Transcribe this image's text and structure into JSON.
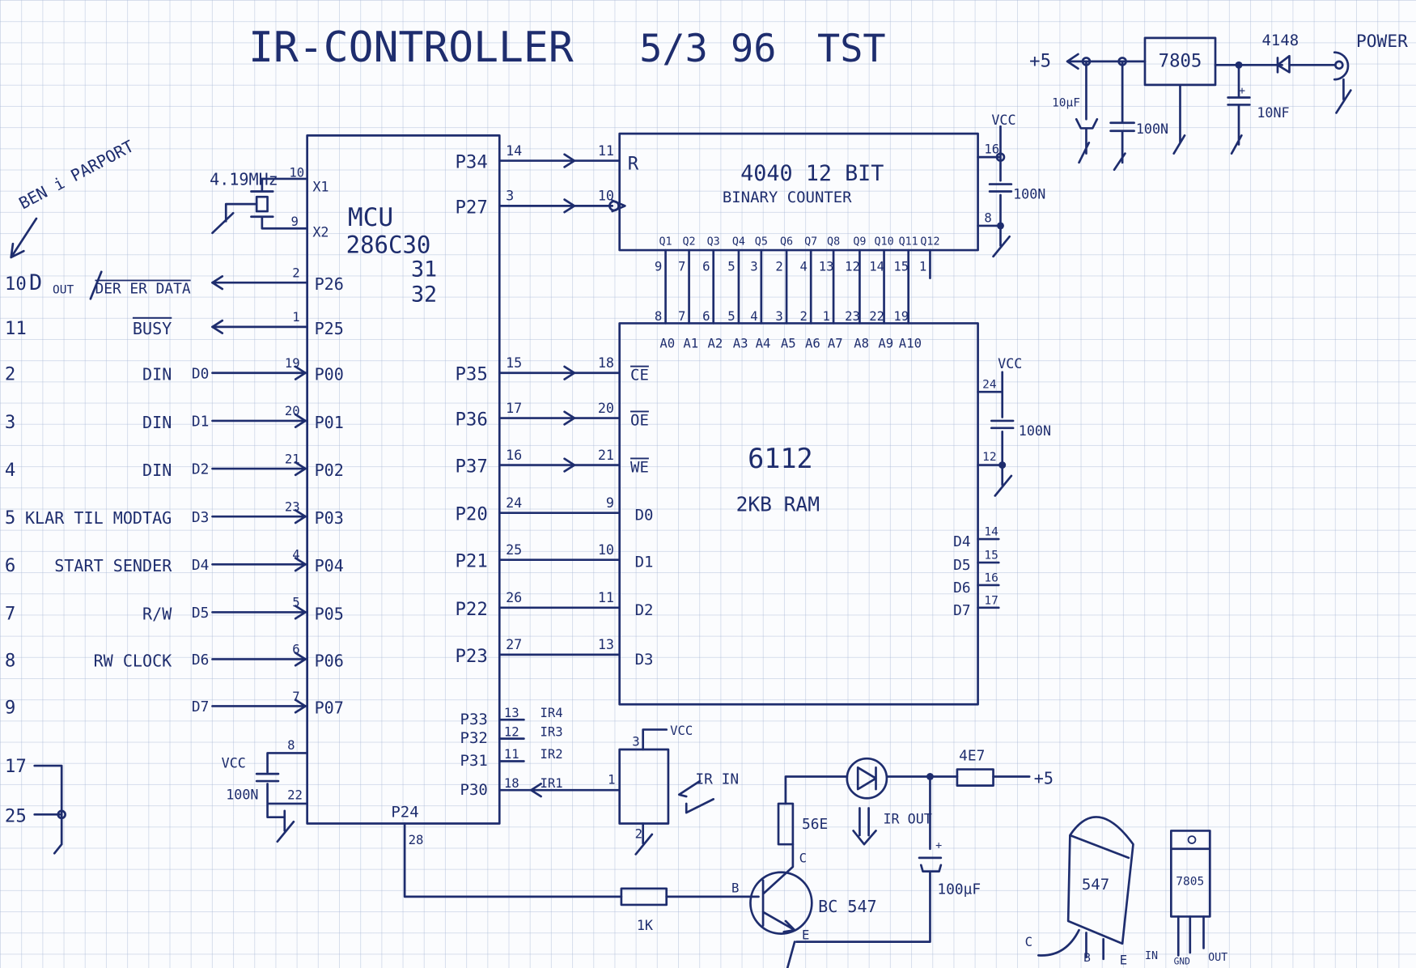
{
  "ink_color": "#1e2d6e",
  "paper_grid_color": "#aab9d7",
  "title": {
    "name": "IR-CONTROLLER",
    "date": "5/3 96",
    "author": "TST"
  },
  "parport": {
    "label": "BEN i PARPORT",
    "rows": [
      {
        "pin": "10",
        "name": "D",
        "name_sub": "OUT",
        "name_alt": "DER ER DATA",
        "data": ""
      },
      {
        "pin": "11",
        "name": "BUSY",
        "data": ""
      },
      {
        "pin": "2",
        "name": "DIN",
        "data": "D0"
      },
      {
        "pin": "3",
        "name": "DIN",
        "data": "D1"
      },
      {
        "pin": "4",
        "name": "DIN",
        "data": "D2"
      },
      {
        "pin": "5",
        "name": "KLAR TIL MODTAG",
        "data": "D3"
      },
      {
        "pin": "6",
        "name": "START SENDER",
        "data": "D4"
      },
      {
        "pin": "7",
        "name": "R/W",
        "data": "D5"
      },
      {
        "pin": "8",
        "name": "RW CLOCK",
        "data": "D6"
      },
      {
        "pin": "9",
        "name": "",
        "data": "D7"
      }
    ],
    "ground": {
      "from": "17",
      "to": "25"
    }
  },
  "mcu": {
    "label": "MCU",
    "part": "286C30",
    "variants": [
      "31",
      "32"
    ],
    "crystal": "4.19MHz",
    "xtal_pins": [
      {
        "num": "10",
        "name": "X1"
      },
      {
        "num": "9",
        "name": "X2"
      }
    ],
    "left_pins": [
      {
        "num": "2",
        "name": "P26"
      },
      {
        "num": "1",
        "name": "P25"
      },
      {
        "num": "19",
        "name": "P00"
      },
      {
        "num": "20",
        "name": "P01"
      },
      {
        "num": "21",
        "name": "P02"
      },
      {
        "num": "23",
        "name": "P03"
      },
      {
        "num": "4",
        "name": "P04"
      },
      {
        "num": "5",
        "name": "P05"
      },
      {
        "num": "6",
        "name": "P06"
      },
      {
        "num": "7",
        "name": "P07"
      }
    ],
    "right_pins": [
      {
        "name": "P34",
        "num": "14",
        "target_pin": "11"
      },
      {
        "name": "P27",
        "num": "3",
        "target_pin": "10"
      },
      {
        "name": "P35",
        "num": "15",
        "target_pin": "18"
      },
      {
        "name": "P36",
        "num": "17",
        "target_pin": "20"
      },
      {
        "name": "P37",
        "num": "16",
        "target_pin": "21"
      },
      {
        "name": "P20",
        "num": "24",
        "target_pin": "9"
      },
      {
        "name": "P21",
        "num": "25",
        "target_pin": "10"
      },
      {
        "name": "P22",
        "num": "26",
        "target_pin": "11"
      },
      {
        "name": "P23",
        "num": "27",
        "target_pin": "13"
      }
    ],
    "ir_pins": [
      {
        "name": "P33",
        "num": "13",
        "signal": "IR4"
      },
      {
        "name": "P32",
        "num": "12",
        "signal": "IR3"
      },
      {
        "name": "P31",
        "num": "11",
        "signal": "IR2"
      },
      {
        "name": "P30",
        "num": "18",
        "signal": "IR1"
      }
    ],
    "bottom_pin": {
      "name": "P24",
      "num": "28"
    },
    "vcc_label": "VCC",
    "vcc_pin": "8",
    "gnd_pin": "22",
    "decoupling": "100N"
  },
  "counter": {
    "title": "4040 12 BIT",
    "subtitle": "BINARY COUNTER",
    "reset": "R",
    "outputs": [
      "Q1",
      "Q2",
      "Q3",
      "Q4",
      "Q5",
      "Q6",
      "Q7",
      "Q8",
      "Q9",
      "Q10",
      "Q11",
      "Q12"
    ],
    "output_pins": [
      "9",
      "7",
      "6",
      "5",
      "3",
      "2",
      "4",
      "13",
      "12",
      "14",
      "15",
      "1"
    ],
    "vcc_label": "VCC",
    "vcc_pin": "16",
    "gnd_pin": "8",
    "decoupling": "100N"
  },
  "ram": {
    "part": "6112",
    "desc": "2KB RAM",
    "address": [
      "A0",
      "A1",
      "A2",
      "A3",
      "A4",
      "A5",
      "A6",
      "A7",
      "A8",
      "A9",
      "A10"
    ],
    "address_pins": [
      "8",
      "7",
      "6",
      "5",
      "4",
      "3",
      "2",
      "1",
      "23",
      "22",
      "19"
    ],
    "control": [
      "CE",
      "OE",
      "WE"
    ],
    "data_left": [
      "D0",
      "D1",
      "D2",
      "D3"
    ],
    "data_right": [
      {
        "name": "D4",
        "num": "14"
      },
      {
        "name": "D5",
        "num": "15"
      },
      {
        "name": "D6",
        "num": "16"
      },
      {
        "name": "D7",
        "num": "17"
      }
    ],
    "vcc_label": "VCC",
    "vcc_pin": "24",
    "gnd_pin": "12",
    "decoupling": "100N"
  },
  "power": {
    "out": "+5",
    "cap1": "10µF",
    "cap2": "100N",
    "regulator": "7805",
    "cap3": "10NF",
    "diode": "4148",
    "jack": "POWER"
  },
  "ir_receiver": {
    "pin_vcc": "3",
    "pin_out": "1",
    "pin_gnd": "2",
    "vcc_label": "VCC",
    "label": "IR IN"
  },
  "ir_driver": {
    "base_resistor": "1K",
    "collector_resistor": "56E",
    "transistor": "BC 547",
    "b": "B",
    "c": "C",
    "e": "E",
    "led_label": "IR OUT",
    "supply_resistor": "4E7",
    "supply": "+5",
    "cap": "100µF",
    "plus": "+"
  },
  "packages": {
    "transistor": {
      "label": "547",
      "pins": [
        "C",
        "B",
        "E"
      ]
    },
    "regulator": {
      "label": "7805",
      "pins": [
        "IN",
        "GND",
        "OUT"
      ]
    }
  }
}
